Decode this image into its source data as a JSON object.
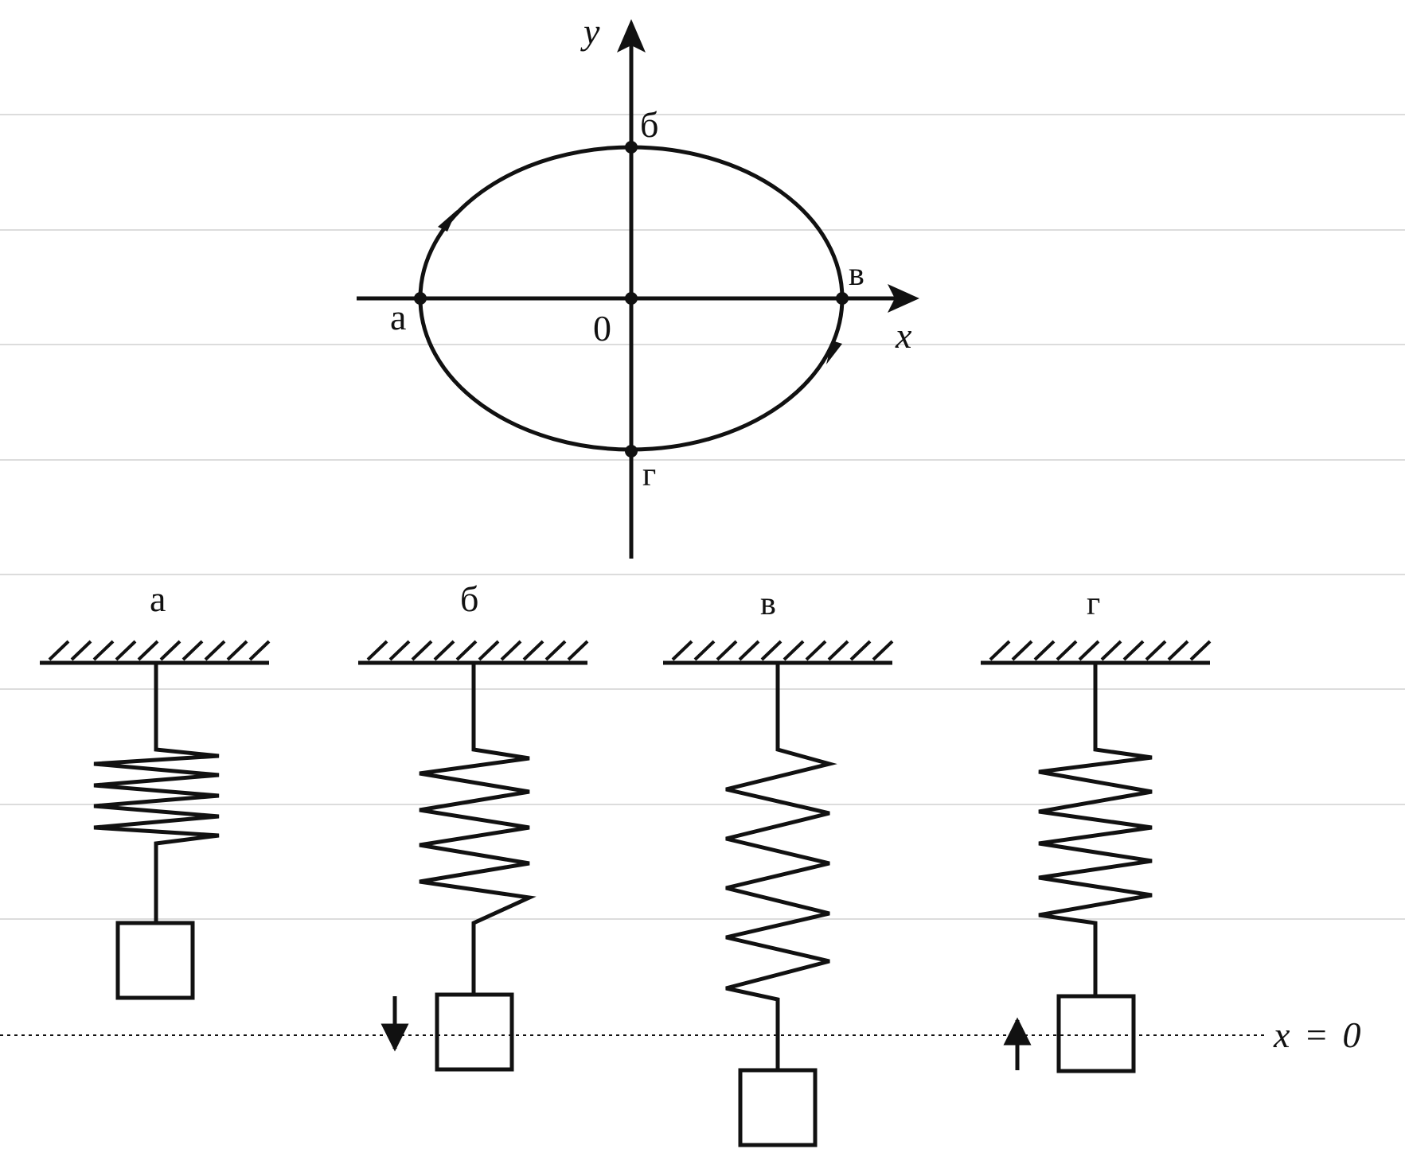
{
  "phase_diagram": {
    "axis_y_label": "y",
    "axis_x_label": "x",
    "origin_label": "0",
    "points": [
      {
        "label": "а"
      },
      {
        "label": "б"
      },
      {
        "label": "в"
      },
      {
        "label": "г"
      }
    ]
  },
  "oscillators": [
    {
      "label": "а",
      "direction": "none"
    },
    {
      "label": "б",
      "direction": "down"
    },
    {
      "label": "в",
      "direction": "none"
    },
    {
      "label": "г",
      "direction": "up"
    }
  ],
  "equilibrium_label": "x = 0",
  "colors": {
    "ink": "#111111",
    "rule": "#c8c8c8"
  }
}
